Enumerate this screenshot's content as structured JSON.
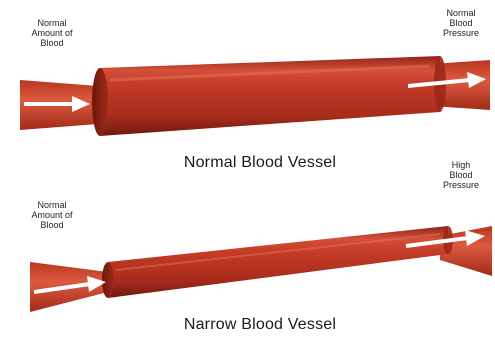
{
  "normal": {
    "left_label": [
      "Normal",
      "Amount of",
      "Blood"
    ],
    "right_label": [
      "Normal",
      "Blood",
      "Pressure"
    ],
    "caption": "Normal Blood Vessel"
  },
  "narrow": {
    "left_label": [
      "Normal",
      "Amount of",
      "Blood"
    ],
    "right_label": [
      "High",
      "Blood",
      "Pressure"
    ],
    "caption": "Narrow Blood Vessel"
  },
  "colors": {
    "vessel_main": "#b5321f",
    "vessel_dark": "#7a1d12",
    "vessel_light": "#d9533b",
    "flare": "#c9412a",
    "arrow": "#ffffff"
  },
  "icons": [
    "flow-arrow-icon"
  ]
}
